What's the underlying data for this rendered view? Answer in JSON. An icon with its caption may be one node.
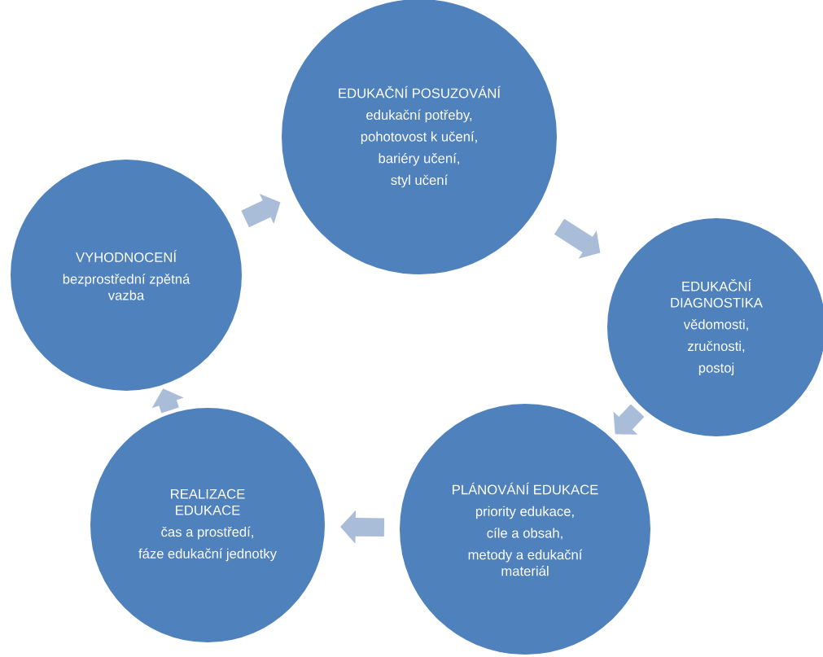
{
  "diagram": {
    "nodes": [
      {
        "text": [
          "EDUKAČNÍ POSUZOVÁNÍ",
          "edukační potřeby,",
          "pohotovost k učení,",
          "bariéry učení,",
          "styl učení"
        ]
      },
      {
        "text": [
          "EDUKAČNÍ DIAGNOSTIKA",
          "vědomosti,",
          "zručnosti,",
          "postoj"
        ]
      },
      {
        "text": [
          "PLÁNOVÁNÍ EDUKACE",
          "priority edukace,",
          "cíle a obsah,",
          "metody a edukační materiál"
        ]
      },
      {
        "text": [
          "REALIZACE EDUKACE",
          "čas a prostředí,",
          "fáze edukační jednotky"
        ]
      },
      {
        "text": [
          "VYHODNOCENÍ",
          "bezprostřední zpětná vazba"
        ]
      }
    ],
    "edges": [
      {
        "from": 0,
        "to": 1,
        "arrow": "to"
      },
      {
        "from": 1,
        "to": 2,
        "arrow": "to"
      },
      {
        "from": 2,
        "to": 3,
        "arrow": "to"
      },
      {
        "from": 3,
        "to": 4,
        "arrow": "to"
      },
      {
        "from": 4,
        "to": 0,
        "arrow": "to"
      }
    ]
  }
}
